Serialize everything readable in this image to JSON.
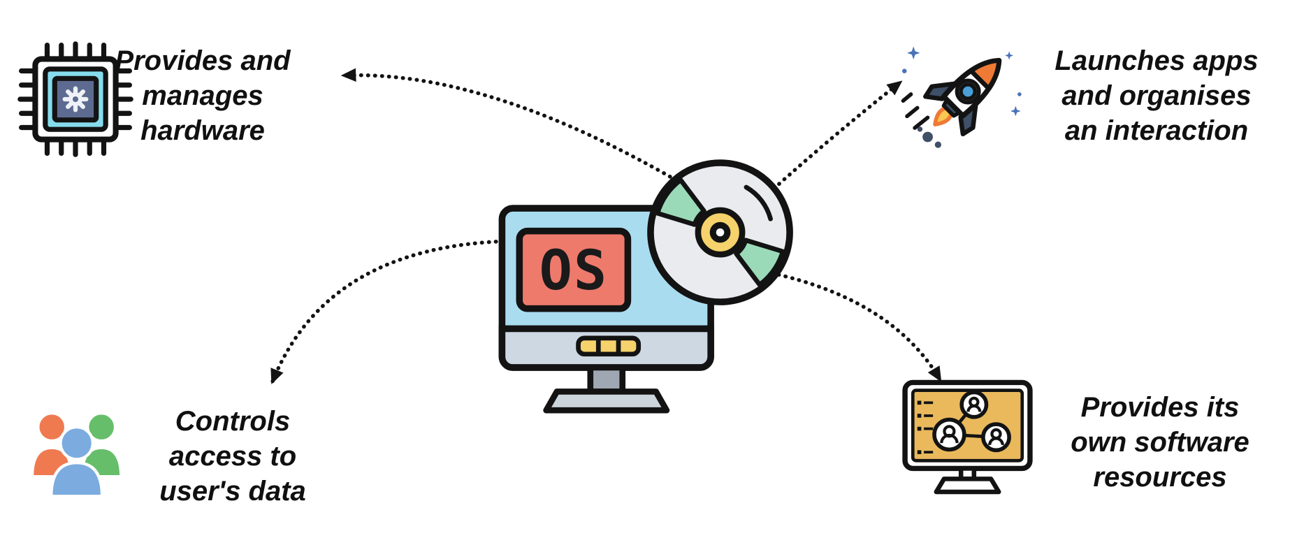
{
  "center": {
    "os_label": "OS",
    "icon": "os-monitor-with-disc-icon"
  },
  "nodes": {
    "hardware": {
      "label": "Provides and\nmanages\nhardware",
      "icon": "cpu-chip-icon"
    },
    "launch": {
      "label": "Launches apps\nand organises\nan interaction",
      "icon": "rocket-icon"
    },
    "access": {
      "label": "Controls\naccess to\nuser's data",
      "icon": "user-group-icon"
    },
    "software": {
      "label": "Provides its\nown software\nresources",
      "icon": "software-users-monitor-icon"
    }
  },
  "colors": {
    "outline": "#131313",
    "screen_blue": "#aadcf0",
    "os_red": "#ee7a6c",
    "disc_gray": "#e9ebef",
    "disc_green": "#9bdab8",
    "disc_yellow": "#f5d26b",
    "chip_cyan": "#86dcec",
    "chip_navy": "#5d6b90",
    "person_orange": "#f07a50",
    "person_green": "#66be6a",
    "person_blue": "#7cacdf",
    "screen_amber": "#e9b95c",
    "rocket_navy": "#3f5068",
    "rocket_orange": "#ee7a35",
    "sparkle_blue": "#4a72b8"
  }
}
